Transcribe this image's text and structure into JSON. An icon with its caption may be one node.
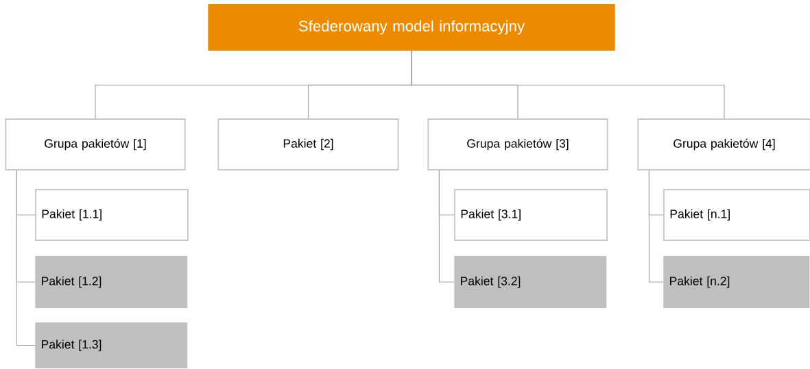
{
  "diagram": {
    "nodes": [
      {
        "text": [
          "Sfederowany model informacyjny"
        ]
      },
      {
        "text": [
          "Grupa pakietów [1]"
        ]
      },
      {
        "text": [
          "Pakiet [1.1]"
        ]
      },
      {
        "text": [
          "Pakiet [1.2]"
        ]
      },
      {
        "text": [
          "Pakiet [1.3]"
        ]
      },
      {
        "text": [
          "Pakiet [2]"
        ]
      },
      {
        "text": [
          "Grupa pakietów [3]"
        ]
      },
      {
        "text": [
          "Pakiet [3.1]"
        ]
      },
      {
        "text": [
          "Pakiet [3.2]"
        ]
      },
      {
        "text": [
          "Grupa pakietów [4]"
        ]
      },
      {
        "text": [
          "Pakiet [n.1]"
        ]
      },
      {
        "text": [
          "Pakiet [n.2]"
        ]
      }
    ],
    "edges": [
      {
        "from": 0,
        "to": 1,
        "arrow": "none"
      },
      {
        "from": 0,
        "to": 5,
        "arrow": "none"
      },
      {
        "from": 0,
        "to": 6,
        "arrow": "none"
      },
      {
        "from": 0,
        "to": 9,
        "arrow": "none"
      },
      {
        "from": 1,
        "to": 2,
        "arrow": "none"
      },
      {
        "from": 1,
        "to": 3,
        "arrow": "none"
      },
      {
        "from": 1,
        "to": 4,
        "arrow": "none"
      },
      {
        "from": 6,
        "to": 7,
        "arrow": "none"
      },
      {
        "from": 6,
        "to": 8,
        "arrow": "none"
      },
      {
        "from": 9,
        "to": 10,
        "arrow": "none"
      },
      {
        "from": 9,
        "to": 11,
        "arrow": "none"
      }
    ]
  }
}
